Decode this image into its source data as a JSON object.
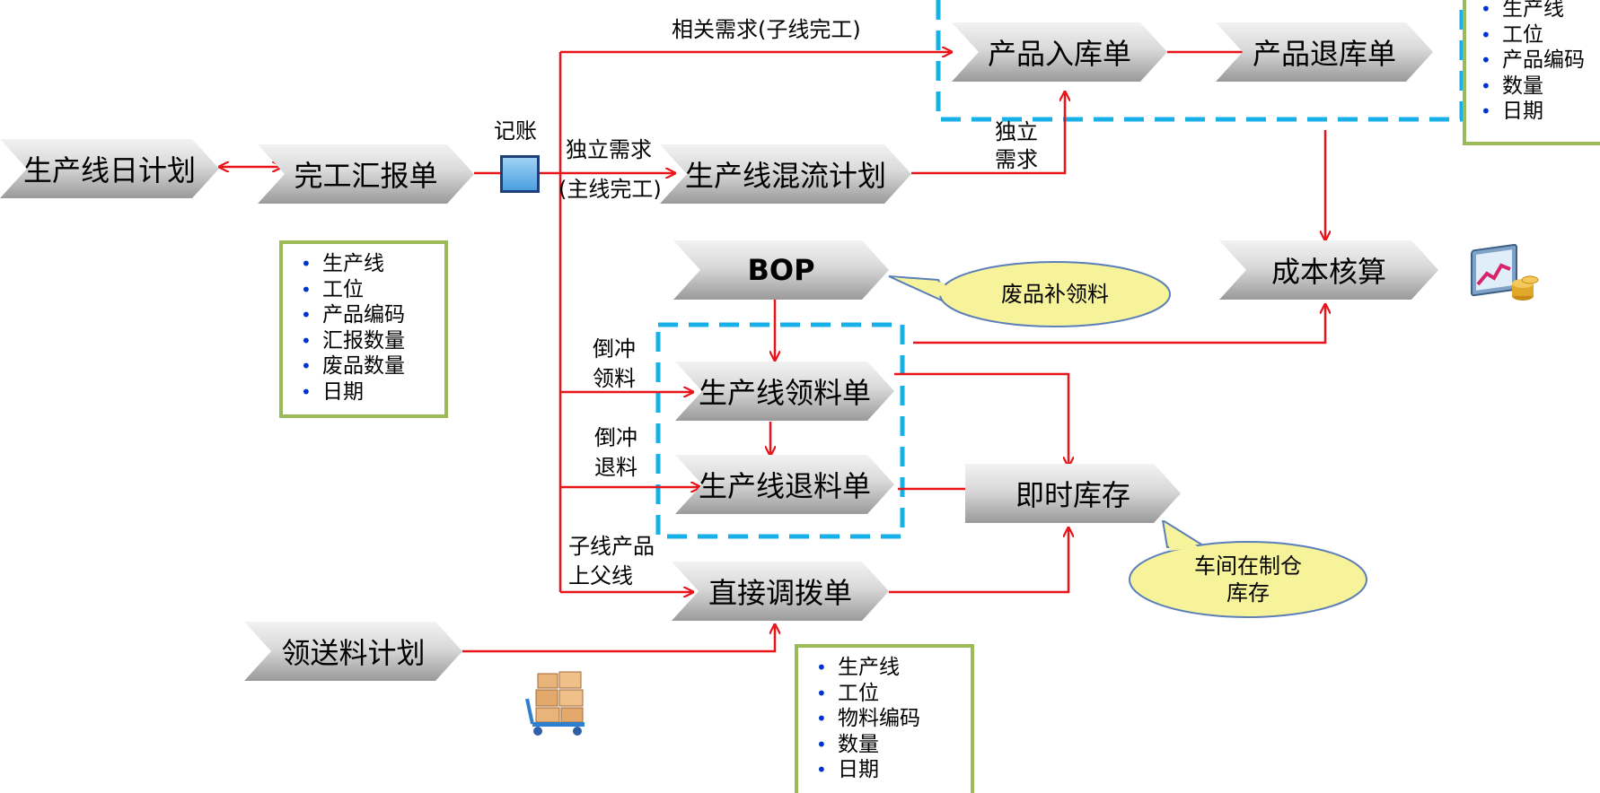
{
  "nodes": {
    "daily_plan": "生产线日计划",
    "completion_report": "完工汇报单",
    "mixed_plan": "生产线混流计划",
    "bop": "BOP",
    "pick_order": "生产线领料单",
    "return_order": "生产线退料单",
    "transfer_order": "直接调拨单",
    "delivery_plan": "领送料计划",
    "product_in": "产品入库单",
    "product_out": "产品退库单",
    "cost_accounting": "成本核算",
    "live_inventory": "即时库存"
  },
  "labels": {
    "bookkeeping": "记账",
    "related_demand": "相关需求(子线完工)",
    "independent_demand_main_1": "独立需求",
    "independent_demand_main_2": "(主线完工)",
    "independent_demand_1": "独立",
    "independent_demand_2": "需求",
    "backflush_pick_1": "倒冲",
    "backflush_pick_2": "领料",
    "backflush_return_1": "倒冲",
    "backflush_return_2": "退料",
    "subline_1": "子线产品",
    "subline_2": "上父线"
  },
  "callouts": {
    "scrap": "废品补领料",
    "workshop_1": "车间在制仓",
    "workshop_2": "库存"
  },
  "lists": {
    "report_fields": [
      "生产线",
      "工位",
      "产品编码",
      "汇报数量",
      "废品数量",
      "日期"
    ],
    "material_fields": [
      "生产线",
      "工位",
      "物料编码",
      "数量",
      "日期"
    ],
    "product_fields": [
      "生产线",
      "工位",
      "产品编码",
      "数量",
      "日期"
    ]
  },
  "colors": {
    "arrow": "#e8141a",
    "dashed_group": "#18b0e8",
    "list_border": "#9bbb59",
    "bullet": "#0033cc",
    "callout_fill": "#f7f39a"
  },
  "icons": {
    "chart_icon": "stock-chart-coins-icon",
    "cart_icon": "box-trolley-icon"
  }
}
